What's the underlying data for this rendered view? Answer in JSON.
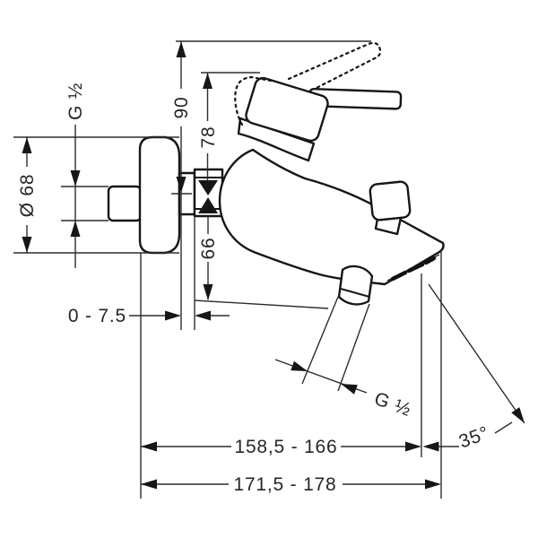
{
  "drawing": {
    "background": "#ffffff",
    "line_color": "#161616",
    "dimension_color": "#2d2d2d",
    "subject": "bath-shower-mixer-installation-dimensions",
    "labels": {
      "wall_thread": "G ½",
      "flange_diameter": "Ø 68",
      "height_handle_raised": "90",
      "height_handle": "78",
      "drop_to_outlet": "66",
      "wall_adjustment": "0 - 7.5",
      "projection_inner": "158,5 - 166",
      "projection_outer": "171,5 - 178",
      "outlet_thread": "G ½",
      "spout_angle": "35°"
    }
  }
}
